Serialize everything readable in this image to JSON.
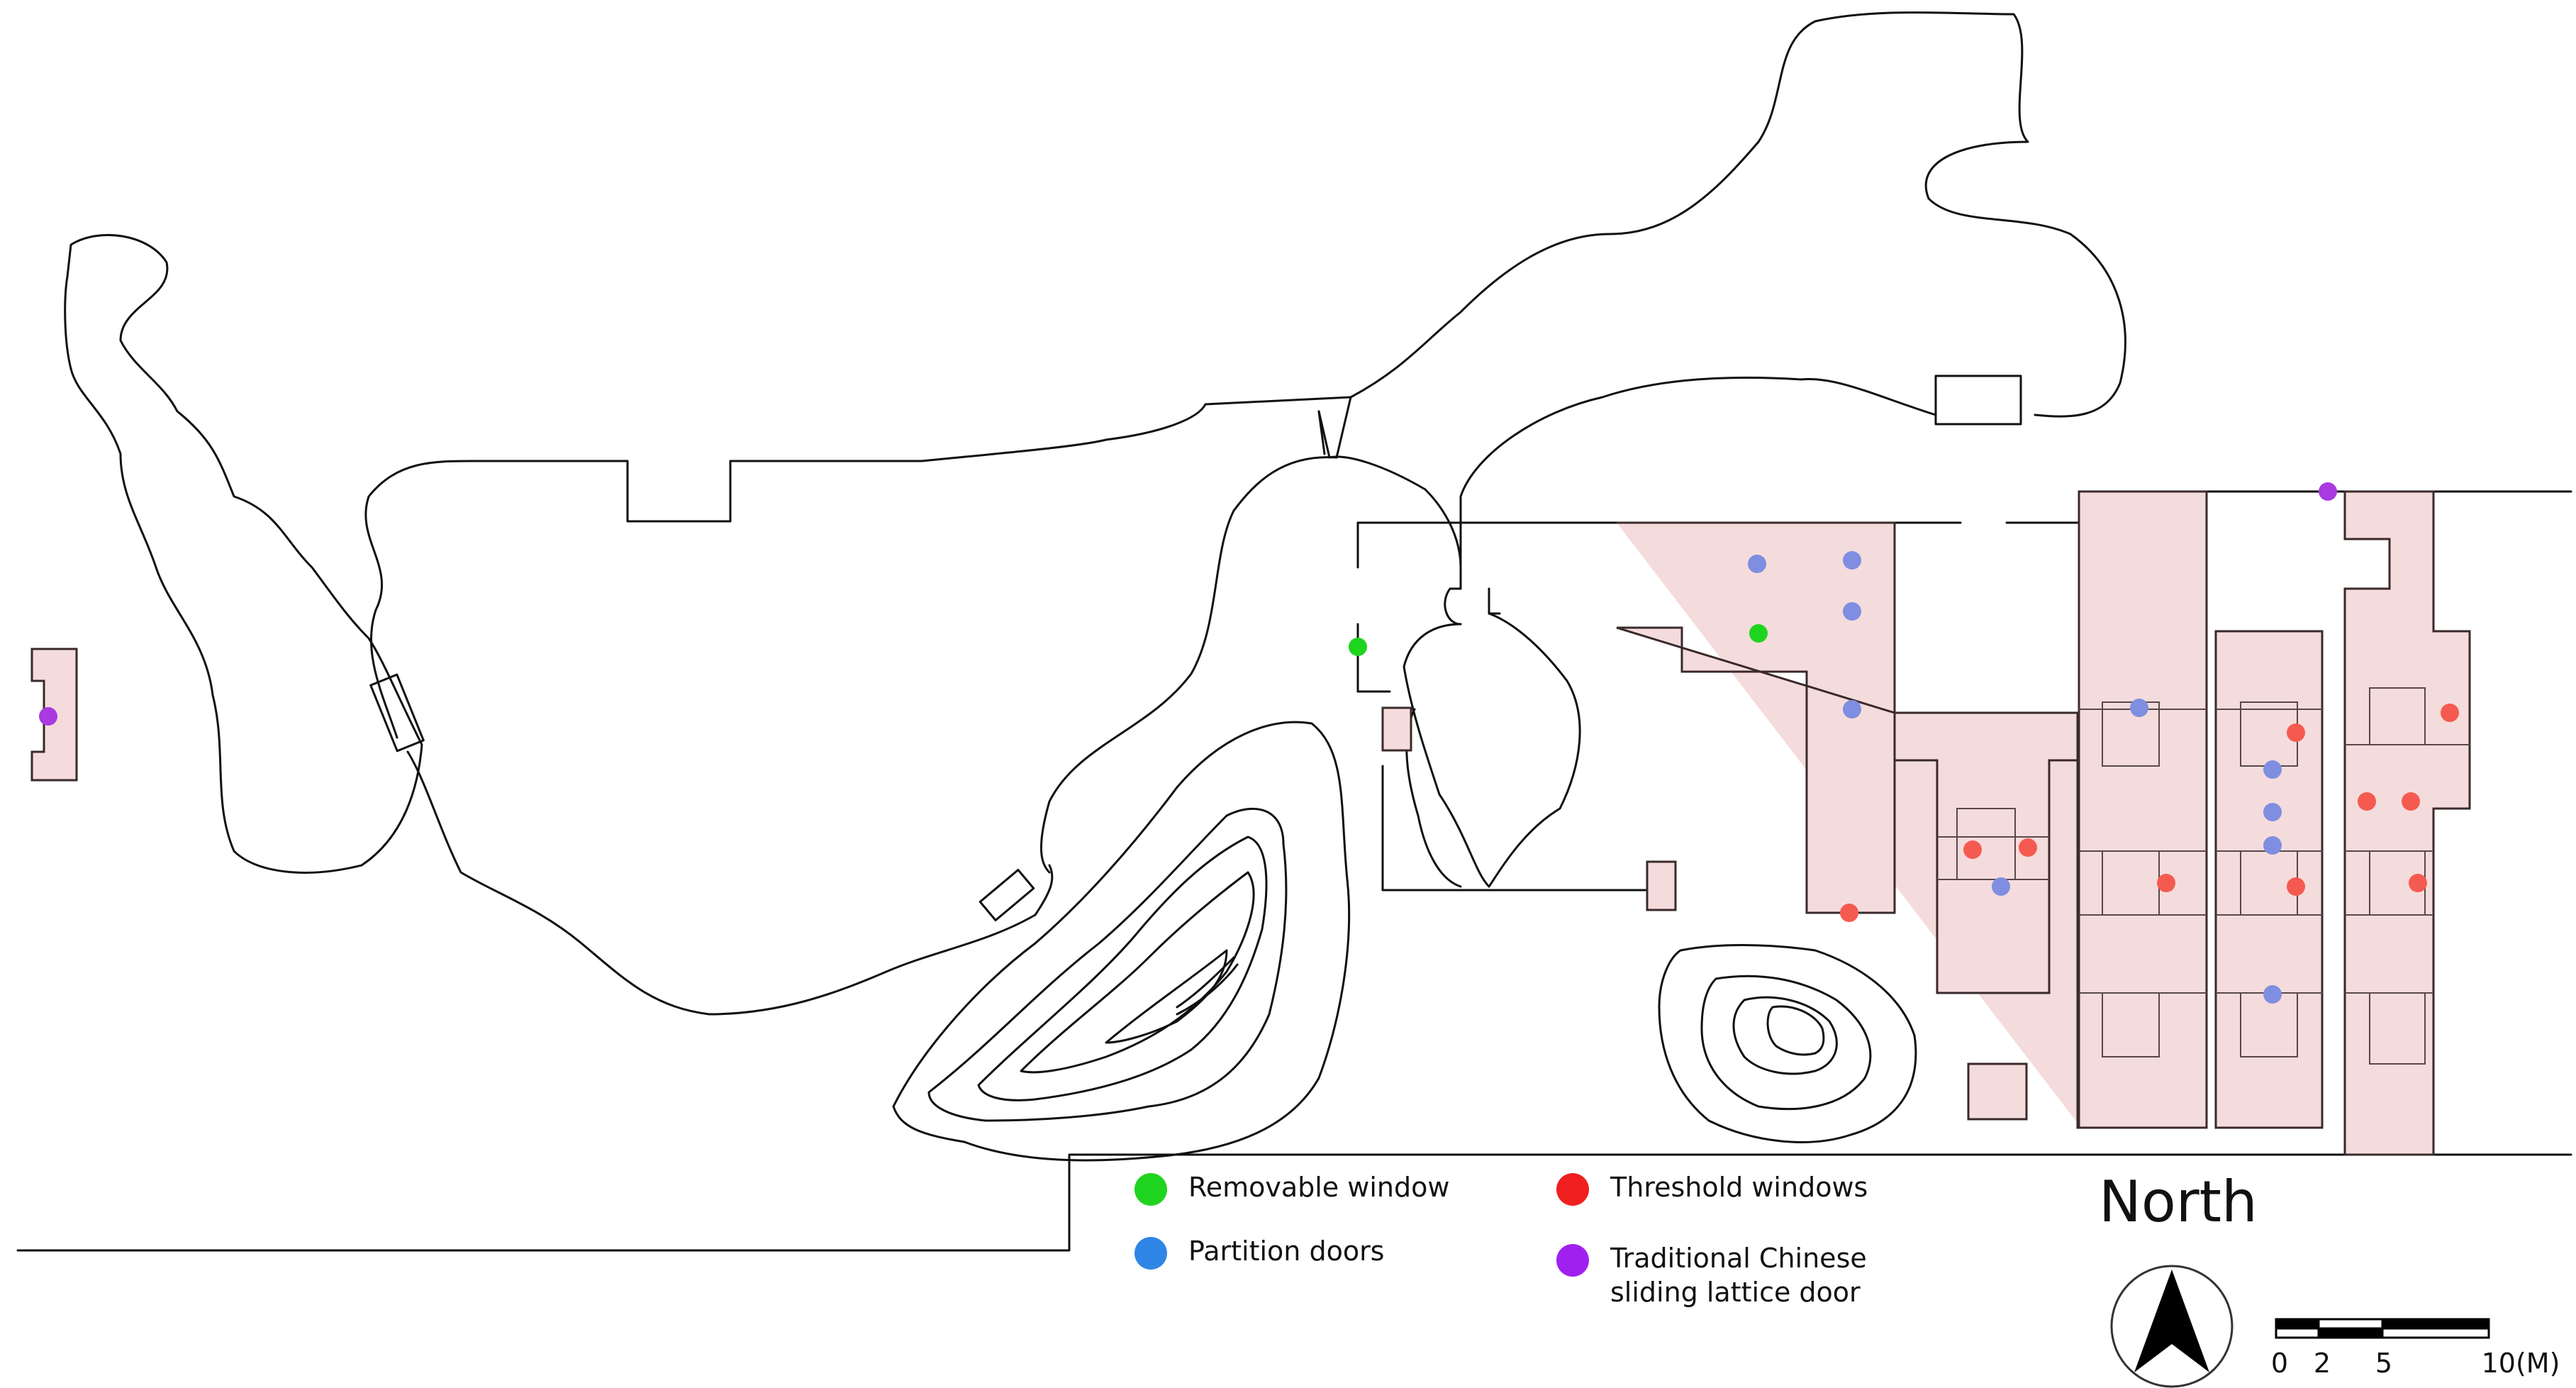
{
  "legend": {
    "removable_window": {
      "label": "Removable window",
      "color": "#1fd41f"
    },
    "partition_doors": {
      "label": "Partition doors",
      "color": "#2f86e6"
    },
    "threshold_windows": {
      "label": "Threshold windows",
      "color": "#f02020"
    },
    "sliding_lattice_door": {
      "label": "Traditional Chinese\nsliding lattice door",
      "color": "#a020f0"
    }
  },
  "north": {
    "label": "North",
    "icon": "north-arrow-icon"
  },
  "scale_bar": {
    "ticks": [
      "0",
      "2",
      "5",
      "10(M)"
    ]
  },
  "colors": {
    "building_fill": "#f5dcdc",
    "building_outline": "#3a2a2a",
    "line": "#111111",
    "marker_partition": "#7f8ee0",
    "marker_threshold": "#f55a50",
    "marker_removable": "#1fd41f",
    "marker_lattice": "#a83ae0"
  }
}
